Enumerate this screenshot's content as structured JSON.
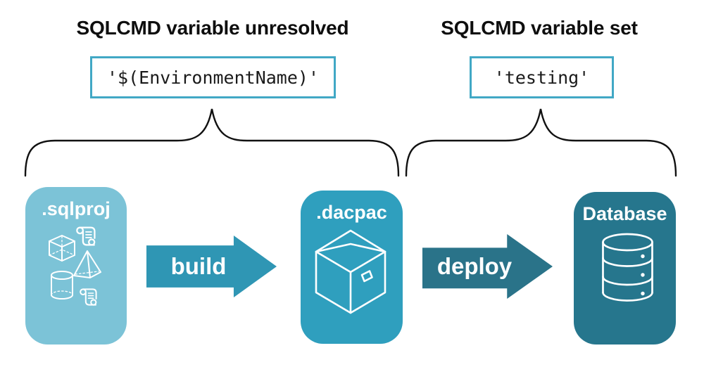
{
  "annotations": {
    "unresolved": {
      "title": "SQLCMD variable unresolved",
      "code": "'$(EnvironmentName)'"
    },
    "set": {
      "title": "SQLCMD variable set",
      "code": "'testing'"
    }
  },
  "pipeline": {
    "stages": [
      {
        "label": ".sqlproj",
        "color": "#7CC3D7",
        "icon": "sql-project-objects-icon"
      },
      {
        "label": ".dacpac",
        "color": "#2F9FBE",
        "icon": "package-box-icon"
      },
      {
        "label": "Database",
        "color": "#26768D",
        "icon": "database-cylinder-icon"
      }
    ],
    "arrows": [
      {
        "label": "build",
        "color": "#2F96B4"
      },
      {
        "label": "deploy",
        "color": "#2A7389"
      }
    ]
  },
  "colors": {
    "code_box_border": "#41A8C5",
    "brace_stroke": "#111111",
    "heading_text": "#0E0E0E",
    "code_text": "#1A1A1A",
    "label_text": "#FFFFFF",
    "background": "#FFFFFF"
  }
}
